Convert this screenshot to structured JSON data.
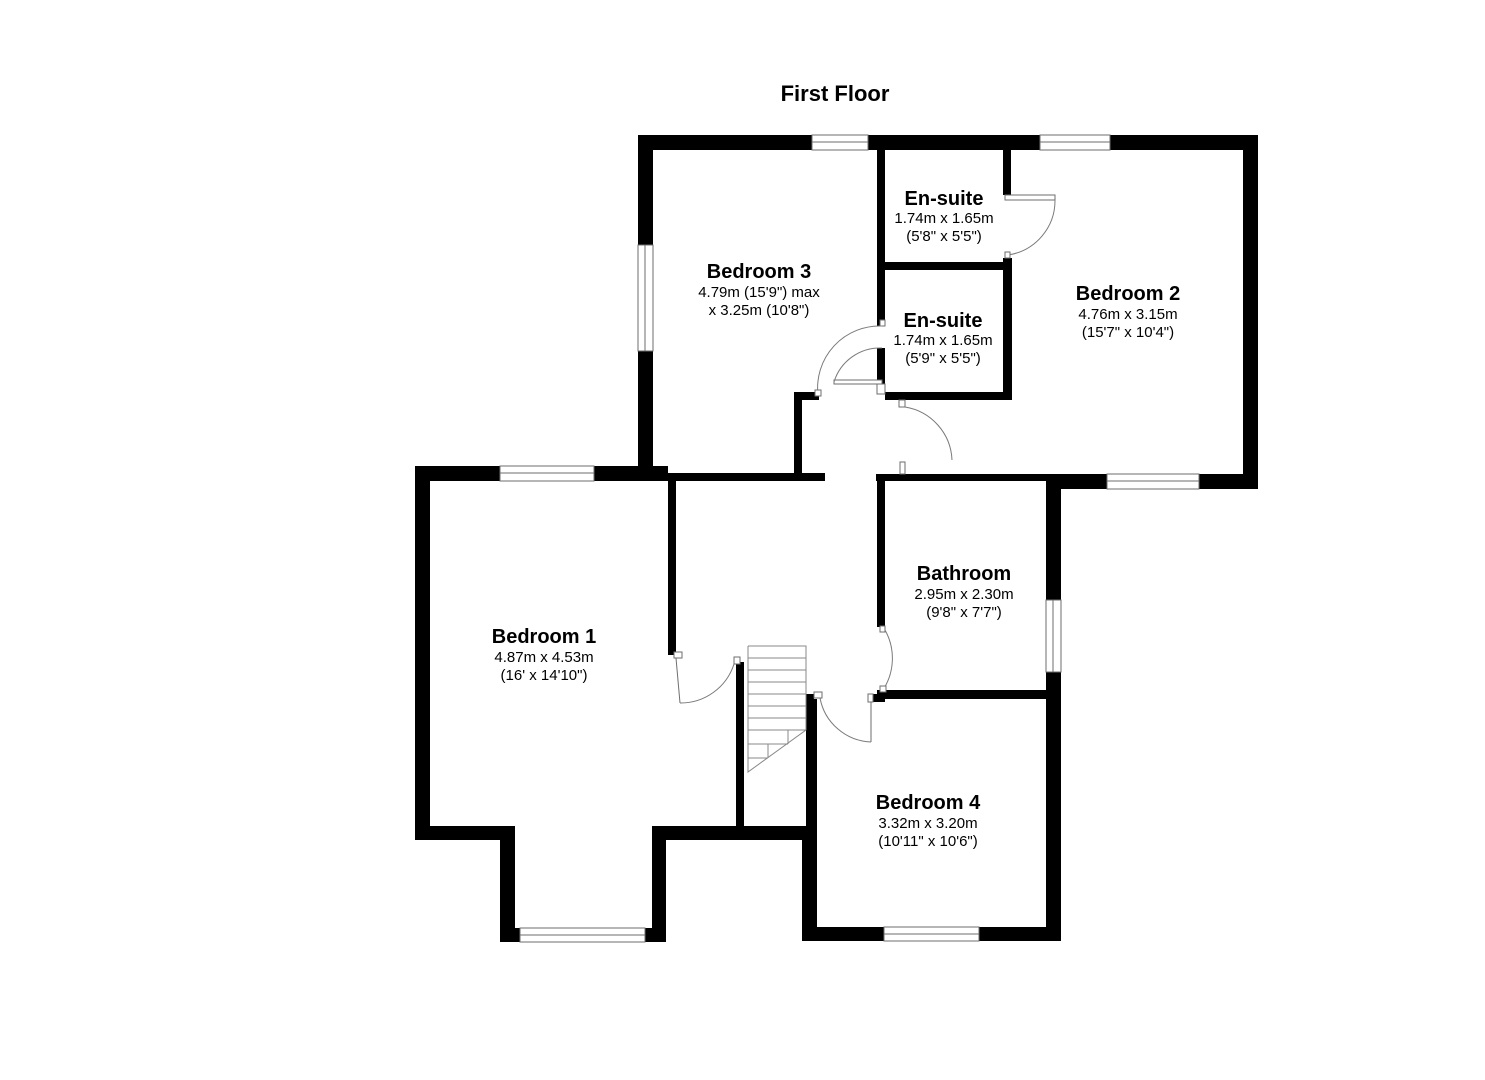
{
  "floor": {
    "title": "First Floor"
  },
  "rooms": {
    "bedroom3": {
      "name": "Bedroom 3",
      "dim1": "4.79m (15'9\") max",
      "dim2": "x 3.25m (10'8\")"
    },
    "ensuite_top": {
      "name": "En-suite",
      "dim1": "1.74m x 1.65m",
      "dim2": "(5'8\" x 5'5\")"
    },
    "ensuite_mid": {
      "name": "En-suite",
      "dim1": "1.74m x 1.65m",
      "dim2": "(5'9\" x 5'5\")"
    },
    "bedroom2": {
      "name": "Bedroom 2",
      "dim1": "4.76m x 3.15m",
      "dim2": "(15'7\" x 10'4\")"
    },
    "bathroom": {
      "name": "Bathroom",
      "dim1": "2.95m x 2.30m",
      "dim2": "(9'8\" x 7'7\")"
    },
    "bedroom1": {
      "name": "Bedroom 1",
      "dim1": "4.87m x 4.53m",
      "dim2": "(16' x 14'10\")"
    },
    "bedroom4": {
      "name": "Bedroom 4",
      "dim1": "3.32m x 3.20m",
      "dim2": "(10'11\" x 10'6\")"
    }
  },
  "colors": {
    "wall": "#000000",
    "window_frame": "#6e6e6e",
    "background": "#ffffff"
  }
}
